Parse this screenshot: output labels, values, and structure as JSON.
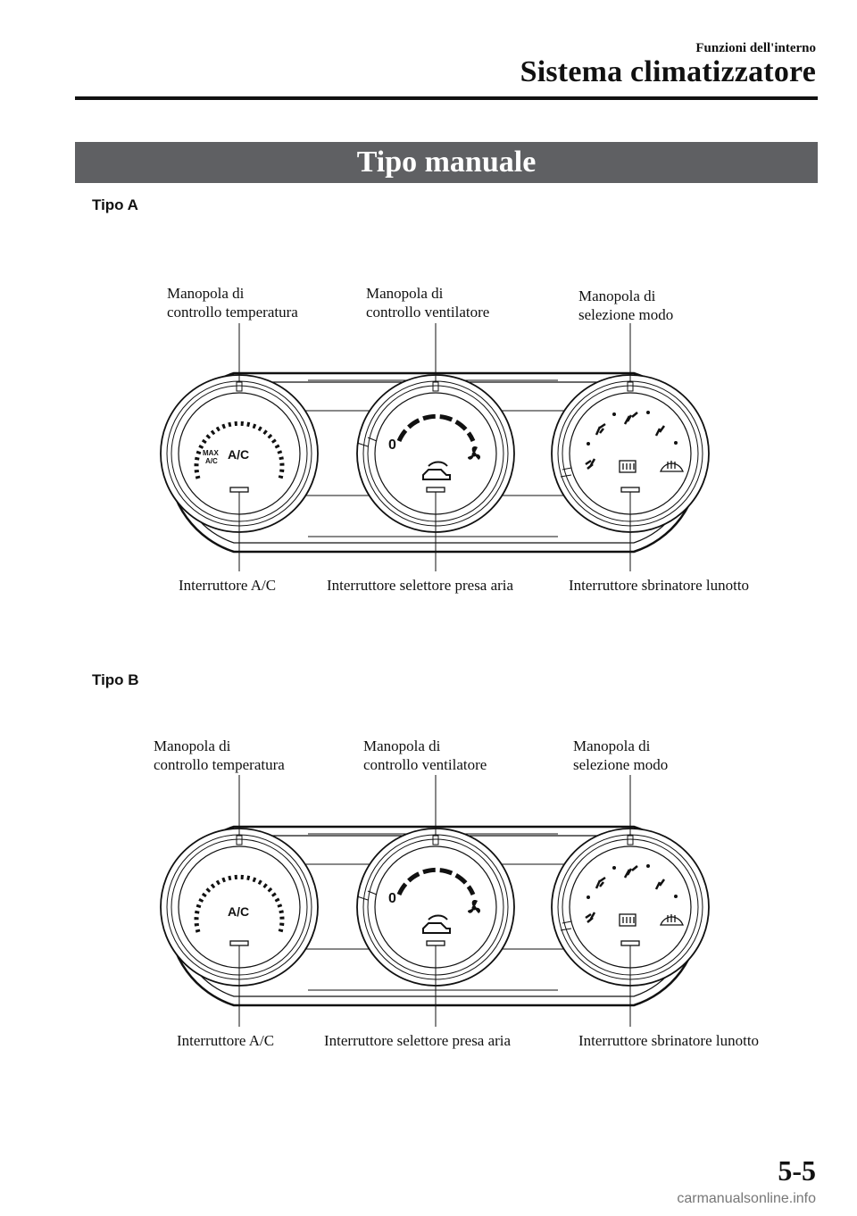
{
  "header": {
    "section": "Funzioni dell'interno",
    "title": "Sistema climatizzatore"
  },
  "banner": "Tipo manuale",
  "diagrams": [
    {
      "variant": "Tipo A",
      "labels": {
        "temp_knob": [
          "Manopola di",
          "controllo temperatura"
        ],
        "fan_knob": [
          "Manopola di",
          "controllo ventilatore"
        ],
        "mode_knob": [
          "Manopola di",
          "selezione modo"
        ],
        "ac_switch": "Interruttore A/C",
        "intake_switch": "Interruttore selettore presa aria",
        "defrost_switch": "Interruttore sbrinatore lunotto"
      },
      "dial_text": {
        "ac": "A/C",
        "max": "MAX",
        "max_sub": "A/C",
        "zero": "0"
      }
    },
    {
      "variant": "Tipo B",
      "labels": {
        "temp_knob": [
          "Manopola di",
          "controllo temperatura"
        ],
        "fan_knob": [
          "Manopola di",
          "controllo ventilatore"
        ],
        "mode_knob": [
          "Manopola di",
          "selezione modo"
        ],
        "ac_switch": "Interruttore A/C",
        "intake_switch": "Interruttore selettore presa aria",
        "defrost_switch": "Interruttore sbrinatore lunotto"
      },
      "dial_text": {
        "ac": "A/C",
        "zero": "0"
      }
    }
  ],
  "footer": {
    "page_number": "5-5",
    "watermark": "carmanualsonline.info"
  },
  "icons": [
    "fan-icon",
    "recirculation-car-icon",
    "rear-defrost-icon",
    "windshield-defrost-icon",
    "vent-face-icon",
    "vent-feet-icon"
  ]
}
